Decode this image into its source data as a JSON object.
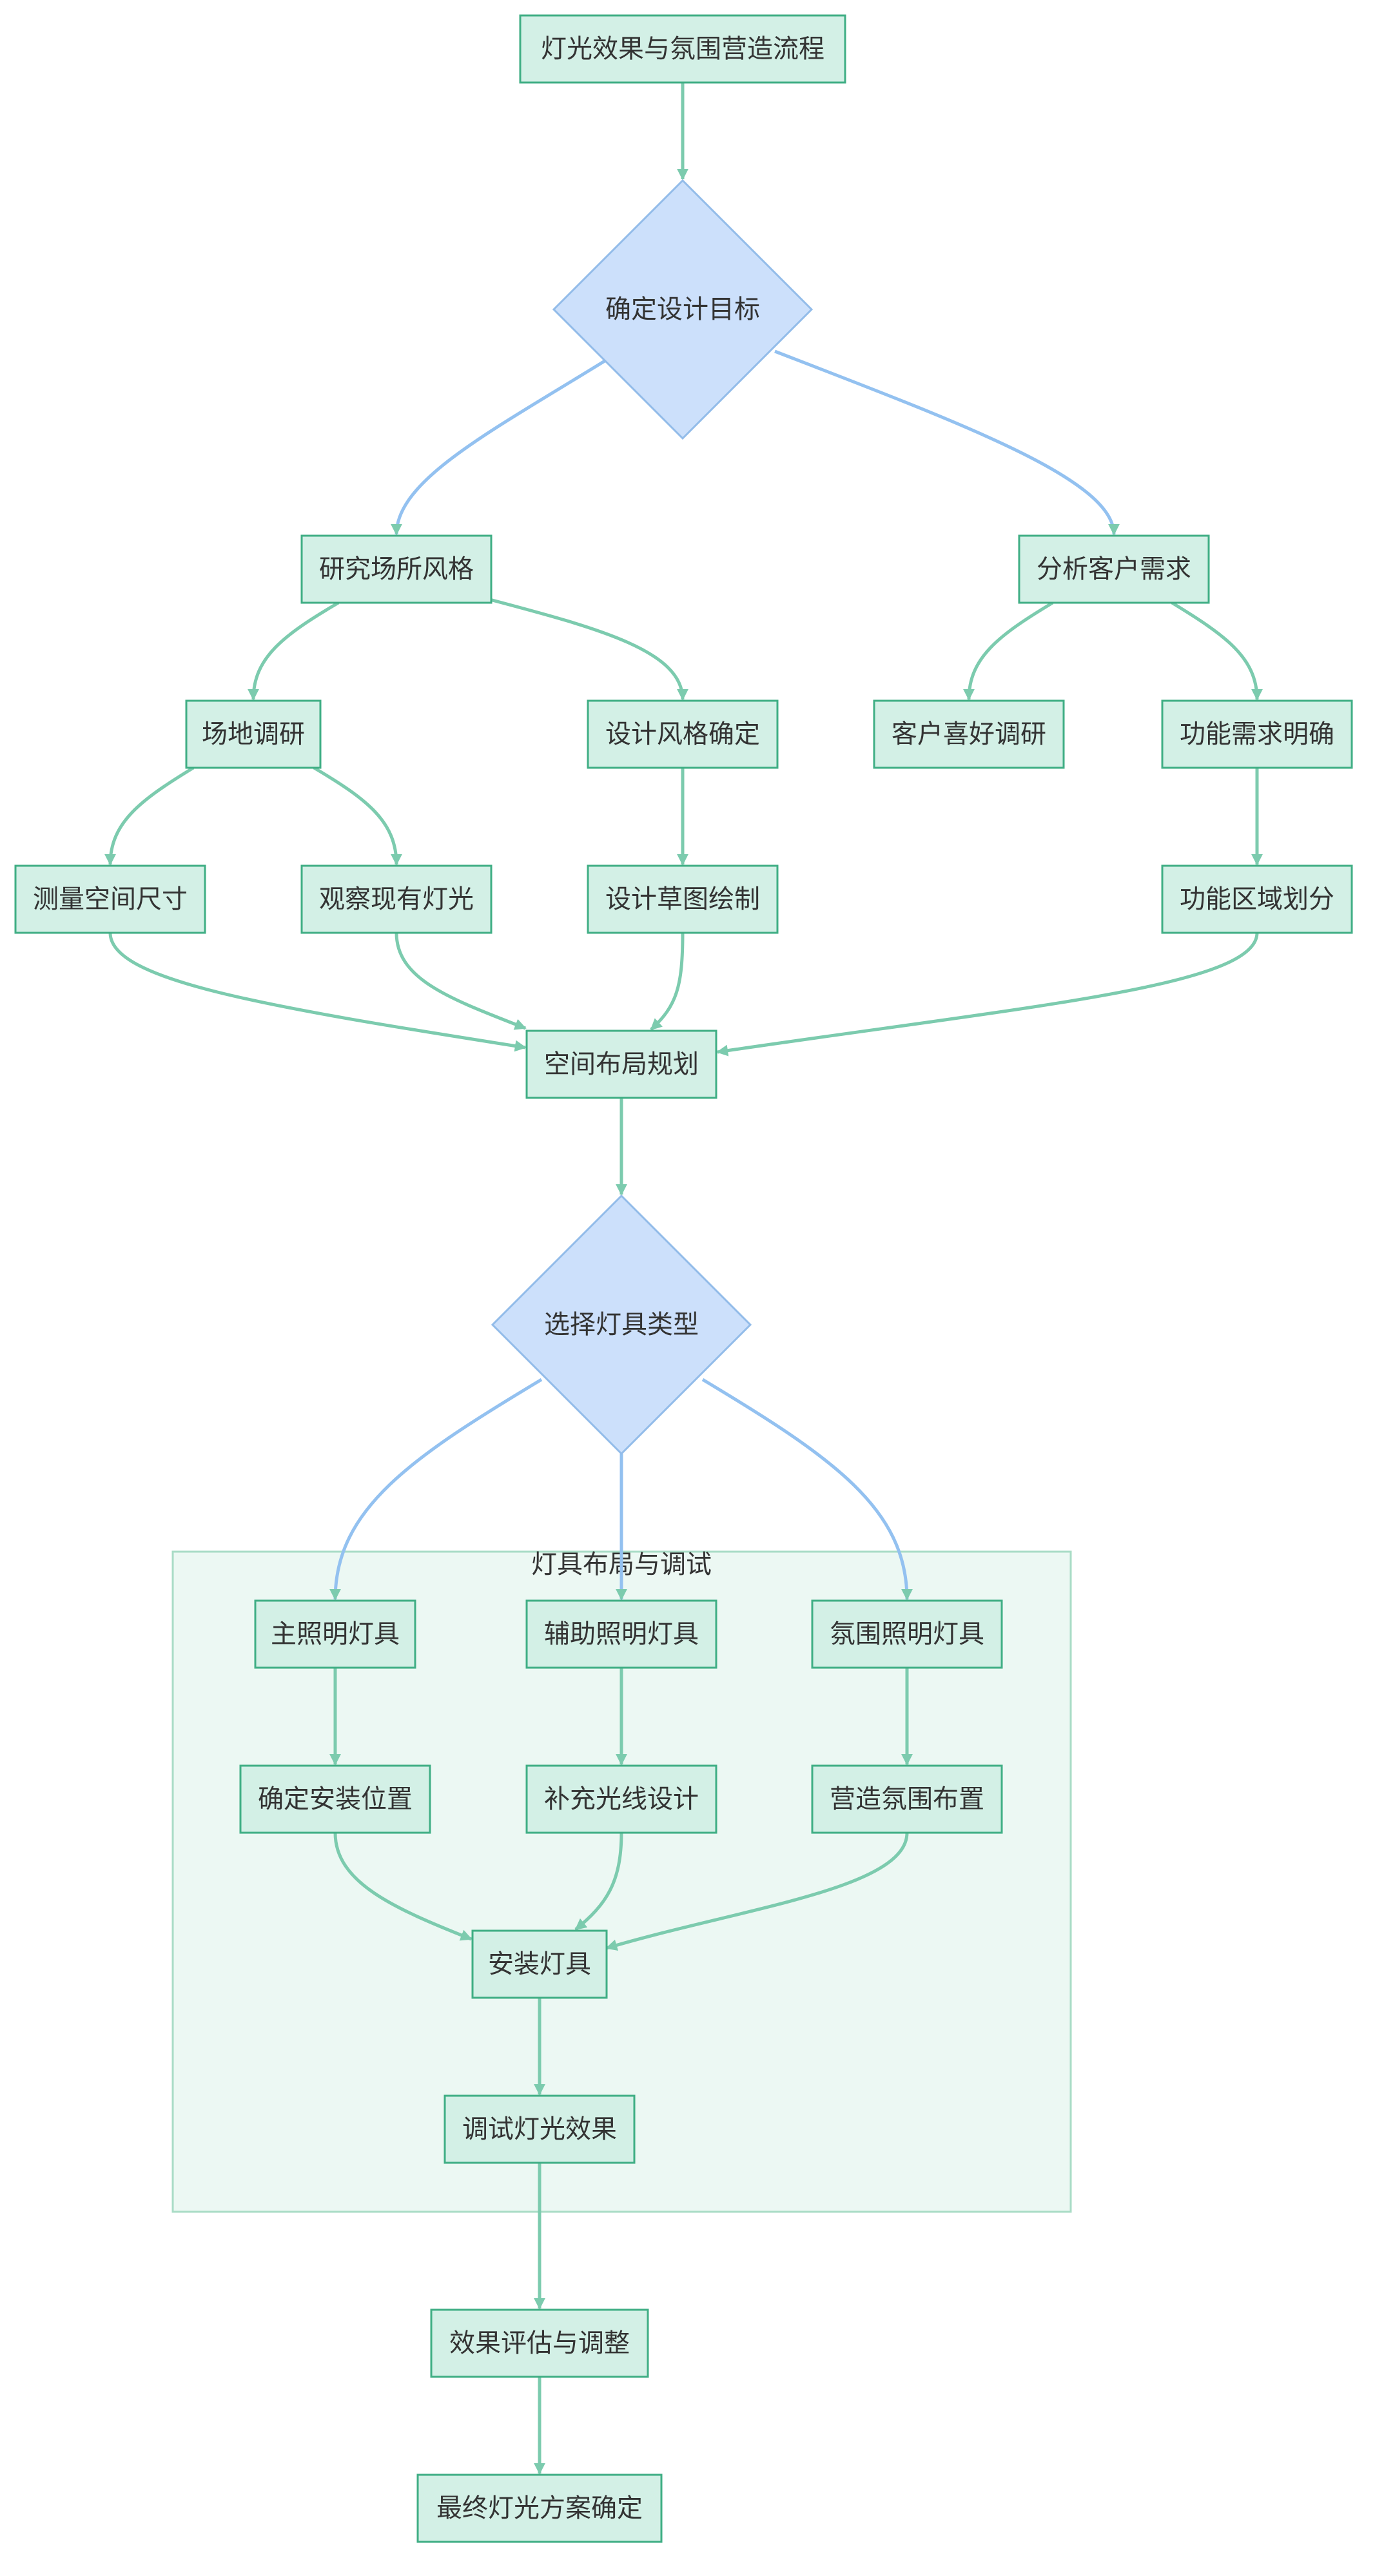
{
  "colors": {
    "process_fill": "#d3f0e6",
    "process_stroke": "#3fae84",
    "decision_fill": "#cce0fb",
    "decision_stroke": "#93bce9",
    "edge_green": "#7ccbae",
    "edge_blue": "#93c1f0",
    "cluster_fill": "#ecf8f3",
    "cluster_stroke": "#a9dcc6",
    "text": "#333333"
  },
  "cluster": {
    "label": "灯具布局与调试"
  },
  "nodes": [
    {
      "id": "start",
      "type": "process",
      "label": "灯光效果与氛围营造流程"
    },
    {
      "id": "goal",
      "type": "decision",
      "label": "确定设计目标"
    },
    {
      "id": "style",
      "type": "process",
      "label": "研究场所风格"
    },
    {
      "id": "client",
      "type": "process",
      "label": "分析客户需求"
    },
    {
      "id": "site",
      "type": "process",
      "label": "场地调研"
    },
    {
      "id": "design_style",
      "type": "process",
      "label": "设计风格确定"
    },
    {
      "id": "pref",
      "type": "process",
      "label": "客户喜好调研"
    },
    {
      "id": "func",
      "type": "process",
      "label": "功能需求明确"
    },
    {
      "id": "measure",
      "type": "process",
      "label": "测量空间尺寸"
    },
    {
      "id": "observe",
      "type": "process",
      "label": "观察现有灯光"
    },
    {
      "id": "sketch",
      "type": "process",
      "label": "设计草图绘制"
    },
    {
      "id": "zones",
      "type": "process",
      "label": "功能区域划分"
    },
    {
      "id": "layout",
      "type": "process",
      "label": "空间布局规划"
    },
    {
      "id": "fixture",
      "type": "decision",
      "label": "选择灯具类型"
    },
    {
      "id": "main",
      "type": "process",
      "label": "主照明灯具"
    },
    {
      "id": "aux",
      "type": "process",
      "label": "辅助照明灯具"
    },
    {
      "id": "ambient",
      "type": "process",
      "label": "氛围照明灯具"
    },
    {
      "id": "position",
      "type": "process",
      "label": "确定安装位置"
    },
    {
      "id": "supplement",
      "type": "process",
      "label": "补充光线设计"
    },
    {
      "id": "atmos",
      "type": "process",
      "label": "营造氛围布置"
    },
    {
      "id": "install",
      "type": "process",
      "label": "安装灯具"
    },
    {
      "id": "debug",
      "type": "process",
      "label": "调试灯光效果"
    },
    {
      "id": "evaluate",
      "type": "process",
      "label": "效果评估与调整"
    },
    {
      "id": "final",
      "type": "process",
      "label": "最终灯光方案确定"
    }
  ],
  "edges": [
    {
      "from": "start",
      "to": "goal"
    },
    {
      "from": "goal",
      "to": "style"
    },
    {
      "from": "goal",
      "to": "client"
    },
    {
      "from": "style",
      "to": "site"
    },
    {
      "from": "style",
      "to": "design_style"
    },
    {
      "from": "client",
      "to": "pref"
    },
    {
      "from": "client",
      "to": "func"
    },
    {
      "from": "site",
      "to": "measure"
    },
    {
      "from": "site",
      "to": "observe"
    },
    {
      "from": "design_style",
      "to": "sketch"
    },
    {
      "from": "func",
      "to": "zones"
    },
    {
      "from": "measure",
      "to": "layout"
    },
    {
      "from": "observe",
      "to": "layout"
    },
    {
      "from": "sketch",
      "to": "layout"
    },
    {
      "from": "zones",
      "to": "layout"
    },
    {
      "from": "layout",
      "to": "fixture"
    },
    {
      "from": "fixture",
      "to": "main"
    },
    {
      "from": "fixture",
      "to": "aux"
    },
    {
      "from": "fixture",
      "to": "ambient"
    },
    {
      "from": "main",
      "to": "position"
    },
    {
      "from": "aux",
      "to": "supplement"
    },
    {
      "from": "ambient",
      "to": "atmos"
    },
    {
      "from": "position",
      "to": "install"
    },
    {
      "from": "supplement",
      "to": "install"
    },
    {
      "from": "atmos",
      "to": "install"
    },
    {
      "from": "install",
      "to": "debug"
    },
    {
      "from": "debug",
      "to": "evaluate"
    },
    {
      "from": "evaluate",
      "to": "final"
    }
  ]
}
